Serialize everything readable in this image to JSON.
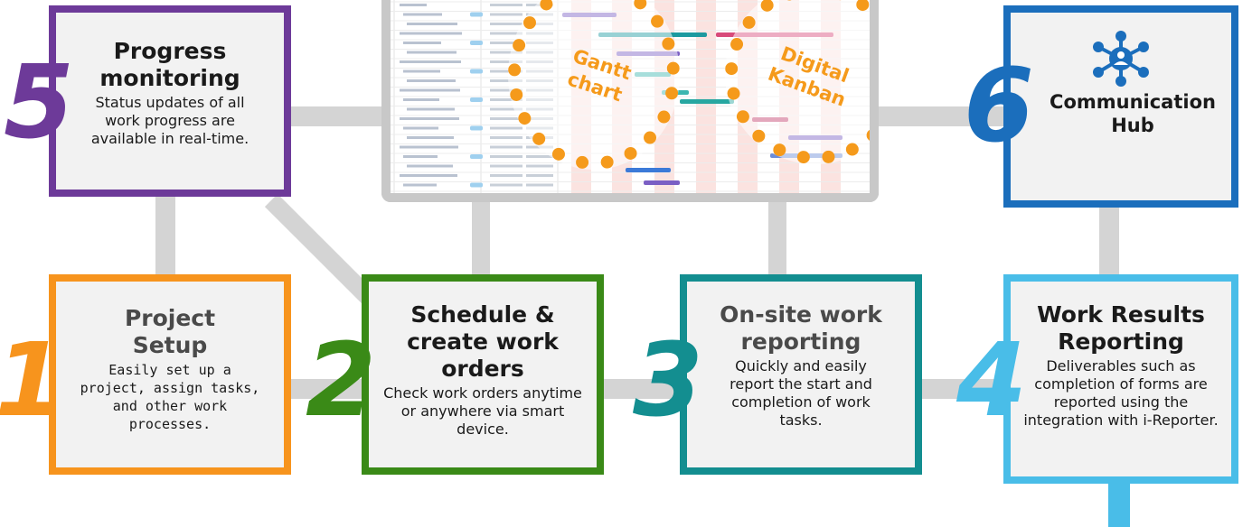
{
  "colors": {
    "step1": "#f7941d",
    "step2": "#3a8a17",
    "step3": "#138e90",
    "step4": "#49bde8",
    "step5": "#6d3a99",
    "step6": "#1b6ebc",
    "connector": "#d4d4d4",
    "bubble": "#f59a1b"
  },
  "steps": [
    {
      "number": "1",
      "title": "Project Setup",
      "description": "Easily set up a project, assign tasks, and other work processes."
    },
    {
      "number": "2",
      "title": "Schedule & create work orders",
      "description": "Check work orders anytime or anywhere via smart device."
    },
    {
      "number": "3",
      "title": "On-site work reporting",
      "description": "Quickly and easily report the start and completion of work tasks."
    },
    {
      "number": "4",
      "title": "Work Results Reporting",
      "description": "Deliverables such as completion of forms are reported using the integration with i-Reporter."
    },
    {
      "number": "5",
      "title": "Progress monitoring",
      "description": "Status updates of all work progress are available in real-time."
    },
    {
      "number": "6",
      "title": "Communication Hub",
      "icon": "network-person-icon"
    }
  ],
  "screen": {
    "gantt_label": "Gantt chart",
    "kanban_label": "Digital Kanban"
  }
}
